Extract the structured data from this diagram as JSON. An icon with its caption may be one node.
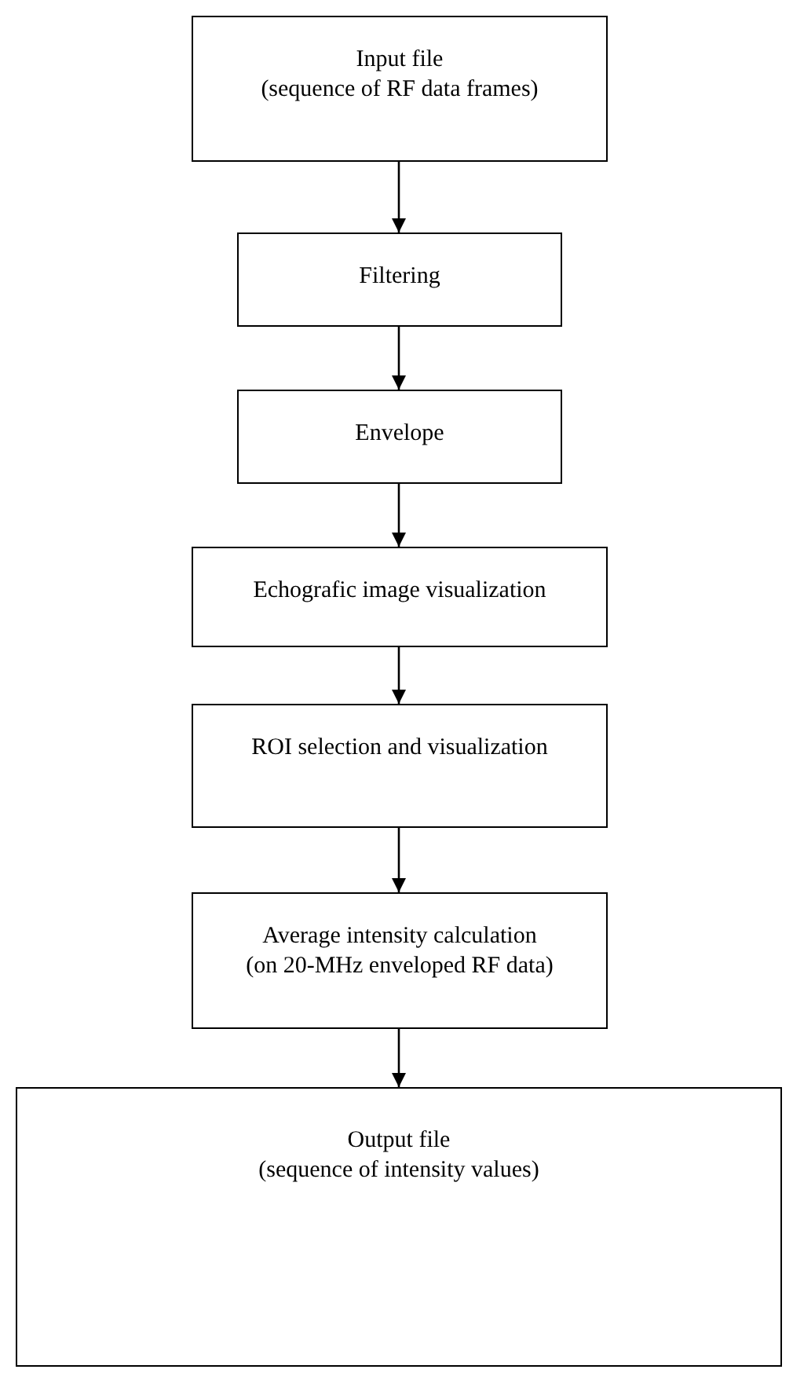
{
  "diagram": {
    "nodes": [
      {
        "text": [
          "Input file",
          "(sequence of RF data frames)"
        ]
      },
      {
        "text": [
          "Filtering"
        ]
      },
      {
        "text": [
          "Envelope"
        ]
      },
      {
        "text": [
          "Echografic image visualization"
        ]
      },
      {
        "text": [
          "ROI selection and visualization"
        ]
      },
      {
        "text": [
          "Average intensity calculation",
          "(on 20-MHz enveloped RF data)"
        ]
      },
      {
        "text": [
          "Output file",
          "(sequence of intensity values)"
        ]
      }
    ],
    "edges": [
      {
        "from": 0,
        "to": 1,
        "arrow": "to"
      },
      {
        "from": 1,
        "to": 2,
        "arrow": "to"
      },
      {
        "from": 2,
        "to": 3,
        "arrow": "to"
      },
      {
        "from": 3,
        "to": 4,
        "arrow": "to"
      },
      {
        "from": 4,
        "to": 5,
        "arrow": "to"
      },
      {
        "from": 5,
        "to": 6,
        "arrow": "to"
      }
    ]
  }
}
